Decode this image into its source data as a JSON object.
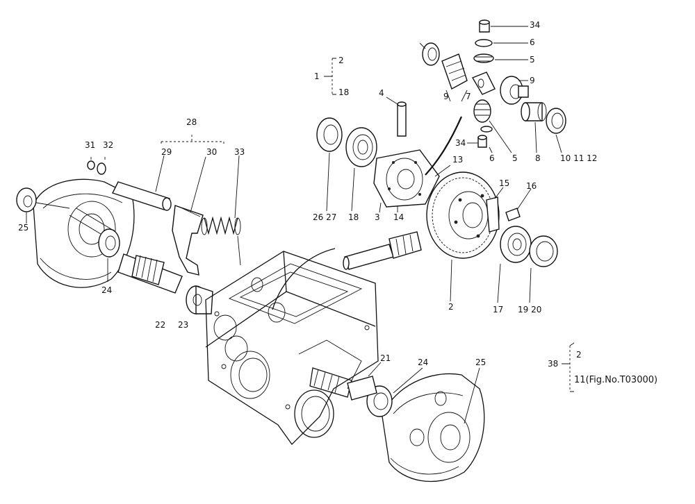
{
  "labels": {
    "l34a": "34",
    "l6a": "6",
    "l5a": "5",
    "l2a": "2",
    "l1": "1",
    "l18a": "18",
    "l4": "4",
    "l9a": "9",
    "l7": "7",
    "l9b": "9",
    "l28": "28",
    "l31": "31",
    "l32": "32",
    "l29": "29",
    "l30": "30",
    "l33": "33",
    "l34b": "34",
    "l6b": "6",
    "l5b": "5",
    "l8": "8",
    "l10": "10 11 12",
    "l13": "13",
    "l15": "15",
    "l16": "16",
    "l25a": "25",
    "l26": "26 27",
    "l18b": "18",
    "l3": "3",
    "l14": "14",
    "l24a": "24",
    "l22": "22",
    "l23": "23",
    "l2b": "2",
    "l17": "17",
    "l19": "19 20",
    "l21": "21",
    "l24b": "24",
    "l25b": "25",
    "l38": "38",
    "l2c": "2"
  },
  "reference": "11(Fig.No.T03000)"
}
